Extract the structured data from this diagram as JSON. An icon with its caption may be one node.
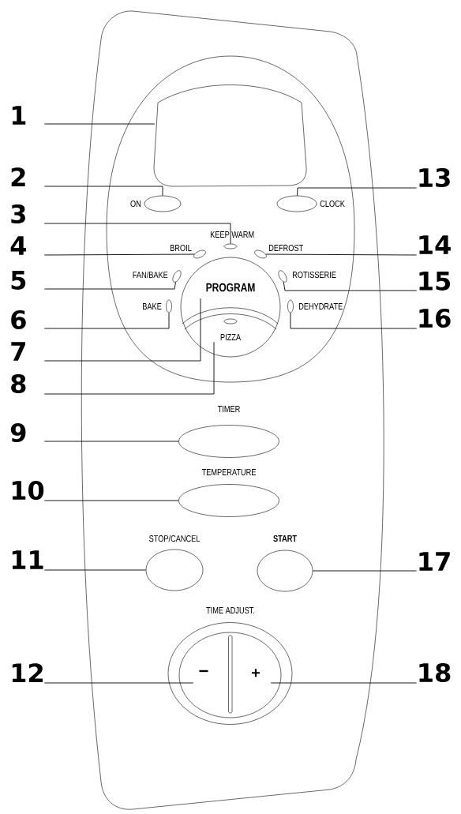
{
  "diagram": {
    "nodes": [
      {
        "text": [],
        "shape": "box"
      },
      {
        "text": [],
        "shape": "box",
        "in": 0
      },
      {
        "text": [],
        "shape": "box",
        "in": 1
      },
      {
        "text": [],
        "shape": "ellipse",
        "beside": [
          "ON"
        ],
        "in": 1
      },
      {
        "text": [],
        "shape": "ellipse",
        "beside": [
          "CLOCK"
        ],
        "in": 1
      },
      {
        "text": [],
        "shape": "ellipse",
        "beside": [
          "KEEP WARM"
        ],
        "in": 1
      },
      {
        "text": [],
        "shape": "ellipse",
        "beside": [
          "BROIL"
        ],
        "in": 1
      },
      {
        "text": [],
        "shape": "ellipse",
        "beside": [
          "DEFROST"
        ],
        "in": 1
      },
      {
        "text": [],
        "shape": "ellipse",
        "beside": [
          "FAN/BAKE"
        ],
        "in": 1
      },
      {
        "text": [],
        "shape": "ellipse",
        "beside": [
          "ROTISSERIE"
        ],
        "in": 1
      },
      {
        "text": [],
        "shape": "ellipse",
        "beside": [
          "BAKE"
        ],
        "in": 1
      },
      {
        "text": [],
        "shape": "ellipse",
        "beside": [
          "DEHYDRATE"
        ],
        "in": 1
      },
      {
        "text": [],
        "shape": "circle",
        "in": 1
      },
      {
        "text": [
          "PROGRAM"
        ],
        "in": 12
      },
      {
        "text": [
          "PIZZA"
        ],
        "in": 12
      },
      {
        "text": [],
        "shape": "ellipse",
        "beside": [
          "TIMER"
        ],
        "in": 0
      },
      {
        "text": [],
        "shape": "ellipse",
        "beside": [
          "TEMPERATURE"
        ],
        "in": 0
      },
      {
        "text": [],
        "shape": "ellipse",
        "beside": [
          "STOP/CANCEL"
        ],
        "in": 0
      },
      {
        "text": [],
        "shape": "ellipse",
        "beside": [
          "START"
        ],
        "in": 0
      },
      {
        "text": [],
        "shape": "ellipse",
        "beside": [
          "TIME ADJUST."
        ],
        "in": 0
      },
      {
        "text": [
          "−"
        ],
        "in": 19
      },
      {
        "text": [
          "+"
        ],
        "in": 19
      },
      {
        "text": [
          "1"
        ]
      },
      {
        "text": [
          "2"
        ]
      },
      {
        "text": [
          "3"
        ]
      },
      {
        "text": [
          "4"
        ]
      },
      {
        "text": [
          "5"
        ]
      },
      {
        "text": [
          "6"
        ]
      },
      {
        "text": [
          "7"
        ]
      },
      {
        "text": [
          "8"
        ]
      },
      {
        "text": [
          "9"
        ]
      },
      {
        "text": [
          "10"
        ]
      },
      {
        "text": [
          "11"
        ]
      },
      {
        "text": [
          "12"
        ]
      },
      {
        "text": [
          "13"
        ]
      },
      {
        "text": [
          "14"
        ]
      },
      {
        "text": [
          "15"
        ]
      },
      {
        "text": [
          "16"
        ]
      },
      {
        "text": [
          "17"
        ]
      },
      {
        "text": [
          "18"
        ]
      }
    ],
    "edges": [
      {
        "from": 22,
        "to": 2,
        "arrow": "none"
      },
      {
        "from": 23,
        "to": 3,
        "arrow": "none"
      },
      {
        "from": 24,
        "to": 5,
        "arrow": "none"
      },
      {
        "from": 25,
        "to": 6,
        "arrow": "none"
      },
      {
        "from": 26,
        "to": 8,
        "arrow": "none"
      },
      {
        "from": 27,
        "to": 10,
        "arrow": "none"
      },
      {
        "from": 28,
        "to": 13,
        "arrow": "none"
      },
      {
        "from": 29,
        "to": 14,
        "arrow": "none"
      },
      {
        "from": 30,
        "to": 15,
        "arrow": "none"
      },
      {
        "from": 31,
        "to": 16,
        "arrow": "none"
      },
      {
        "from": 32,
        "to": 17,
        "arrow": "none"
      },
      {
        "from": 33,
        "to": 20,
        "arrow": "none"
      },
      {
        "from": 34,
        "to": 4,
        "arrow": "none"
      },
      {
        "from": 35,
        "to": 7,
        "arrow": "none"
      },
      {
        "from": 36,
        "to": 9,
        "arrow": "none"
      },
      {
        "from": 37,
        "to": 11,
        "arrow": "none"
      },
      {
        "from": 38,
        "to": 18,
        "arrow": "none"
      },
      {
        "from": 39,
        "to": 21,
        "arrow": "none"
      }
    ]
  }
}
